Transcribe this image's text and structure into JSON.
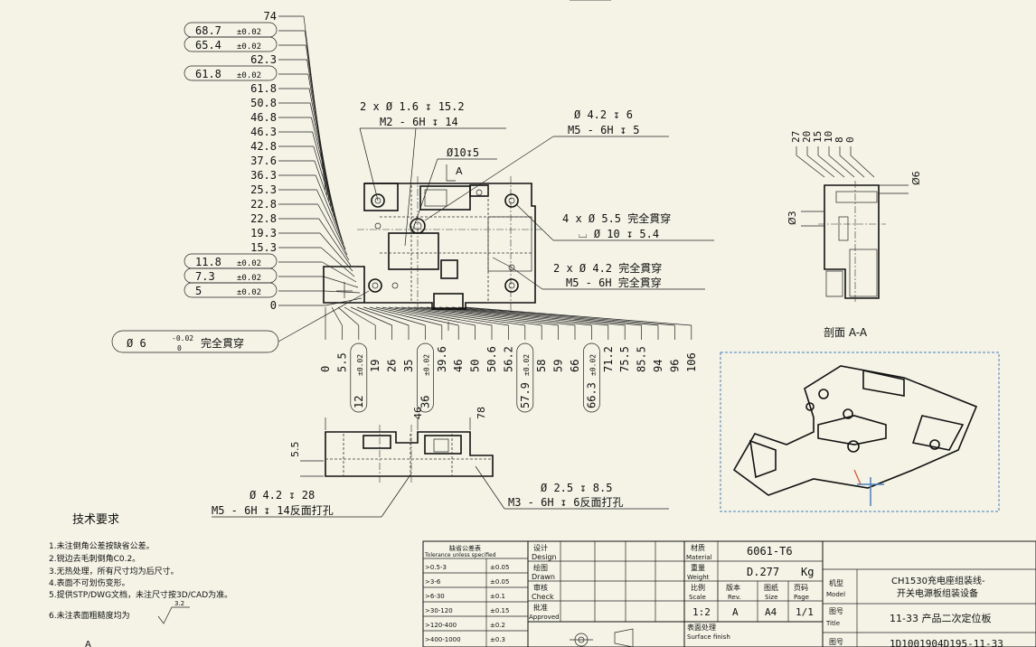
{
  "left_dims": [
    {
      "label": "74",
      "tol": ""
    },
    {
      "label": "68.7",
      "tol": "±0.02"
    },
    {
      "label": "65.4",
      "tol": "±0.02"
    },
    {
      "label": "62.3",
      "tol": ""
    },
    {
      "label": "61.8",
      "tol": "±0.02"
    },
    {
      "label": "61.8",
      "tol": ""
    },
    {
      "label": "50.8",
      "tol": ""
    },
    {
      "label": "46.8",
      "tol": ""
    },
    {
      "label": "46.3",
      "tol": ""
    },
    {
      "label": "42.8",
      "tol": ""
    },
    {
      "label": "37.6",
      "tol": ""
    },
    {
      "label": "36.3",
      "tol": ""
    },
    {
      "label": "25.3",
      "tol": ""
    },
    {
      "label": "22.8",
      "tol": ""
    },
    {
      "label": "22.8",
      "tol": ""
    },
    {
      "label": "19.3",
      "tol": ""
    },
    {
      "label": "15.3",
      "tol": ""
    },
    {
      "label": "11.8",
      "tol": "±0.02"
    },
    {
      "label": "7.3",
      "tol": "±0.02"
    },
    {
      "label": "5",
      "tol": "±0.02"
    },
    {
      "label": "0",
      "tol": ""
    }
  ],
  "bottom_dims": [
    {
      "label": "0",
      "tol": ""
    },
    {
      "label": "5.5",
      "tol": ""
    },
    {
      "label": "12",
      "tol": "±0.02"
    },
    {
      "label": "19",
      "tol": ""
    },
    {
      "label": "26",
      "tol": ""
    },
    {
      "label": "35",
      "tol": ""
    },
    {
      "label": "36",
      "tol": "±0.02"
    },
    {
      "label": "39.6",
      "tol": ""
    },
    {
      "label": "46",
      "tol": ""
    },
    {
      "label": "50",
      "tol": ""
    },
    {
      "label": "50.6",
      "tol": ""
    },
    {
      "label": "56.2",
      "tol": ""
    },
    {
      "label": "57.9",
      "tol": "±0.02"
    },
    {
      "label": "58",
      "tol": ""
    },
    {
      "label": "59",
      "tol": ""
    },
    {
      "label": "66",
      "tol": ""
    },
    {
      "label": "66.3",
      "tol": "±0.02"
    },
    {
      "label": "71.2",
      "tol": ""
    },
    {
      "label": "75.5",
      "tol": ""
    },
    {
      "label": "85.5",
      "tol": ""
    },
    {
      "label": "94",
      "tol": ""
    },
    {
      "label": "96",
      "tol": ""
    },
    {
      "label": "106",
      "tol": ""
    }
  ],
  "callouts": {
    "c1a": "2 x Ø 1.6 ↧ 15.2",
    "c1b": "M2 - 6H ↧ 14",
    "c2a": "Ø 4.2 ↧ 6",
    "c2b": "M5 - 6H ↧ 5",
    "c3": "Ø10↧5",
    "c4a": "4 x Ø 5.5 完全貫穿",
    "c4b": "⌴ Ø 10 ↧ 5.4",
    "c5a": "2 x Ø 4.2 完全貫穿",
    "c5b": "M5 - 6H 完全貫穿",
    "c6": "Ø 6 完全貫穿",
    "c6_up": "-0.02",
    "c6_lo": "0",
    "c7a": "Ø 4.2 ↧ 28",
    "c7b": "M5 - 6H ↧ 14反面打孔",
    "c8a": "Ø 2.5 ↧ 8.5",
    "c8b": "M3 - 6H ↧ 6反面打孔",
    "sec_a": "A"
  },
  "front_view": {
    "dim_vertical": "5.5",
    "dim_46": "46",
    "dim_78": "78"
  },
  "section_view": {
    "title": "剖面 A-A",
    "top_dims": [
      "27",
      "20",
      "15",
      "10",
      "8",
      "0"
    ],
    "d6": "Ø6",
    "d3": "Ø3"
  },
  "tech_req": {
    "title": "技术要求",
    "items": [
      "1.未注倒角公差按缺省公差。",
      "2.锐边去毛刺倒角C0.2。",
      "3.无热处理，所有尺寸均为后尺寸。",
      "4.表面不可划伤变形。",
      "5.提供STP/DWG文档，未注尺寸按3D/CAD为准。",
      "6.未注表面粗糙度均为"
    ],
    "roughness": "3.2",
    "bottom_mark": "A"
  },
  "tol_table": {
    "header": "缺省公差表",
    "header_en": "Tolerance unless specified",
    "rows": [
      {
        "range": ">0.5-3",
        "tol": "±0.05"
      },
      {
        "range": ">3-6",
        "tol": "±0.05"
      },
      {
        "range": ">6-30",
        "tol": "±0.1"
      },
      {
        "range": ">30-120",
        "tol": "±0.15"
      },
      {
        "range": ">120-400",
        "tol": "±0.2"
      },
      {
        "range": ">400-1000",
        "tol": "±0.3"
      }
    ]
  },
  "title_block": {
    "design_cn": "设计",
    "design_en": "Design",
    "drawn_cn": "绘图",
    "drawn_en": "Drawn",
    "check_cn": "审核",
    "check_en": "Check",
    "approved_cn": "批准",
    "approved_en": "Approved",
    "material_cn": "材质",
    "material_en": "Material",
    "material": "6061-T6",
    "weight_cn": "重量",
    "weight_en": "Weight",
    "weight": "D.277",
    "weight_unit": "Kg",
    "scale_cn": "比例",
    "scale_en": "Scale",
    "scale": "1:2",
    "rev_cn": "版本",
    "rev_en": "Rev.",
    "rev": "A",
    "size_cn": "图纸",
    "size_en": "Size",
    "size": "A4",
    "page_cn": "页码",
    "page_en": "Page",
    "page": "1/1",
    "surface_cn": "表面处理",
    "surface_en": "Surface finish",
    "model_cn": "机型",
    "model_en": "Model",
    "model": "CH1530充电座组装线-开关电源板组装设备",
    "title_cn": "图号",
    "title_en": "Title",
    "title": "11-33 产品二次定位板",
    "dwg_cn": "图号",
    "dwg": "1D1001904D195-11-33"
  }
}
